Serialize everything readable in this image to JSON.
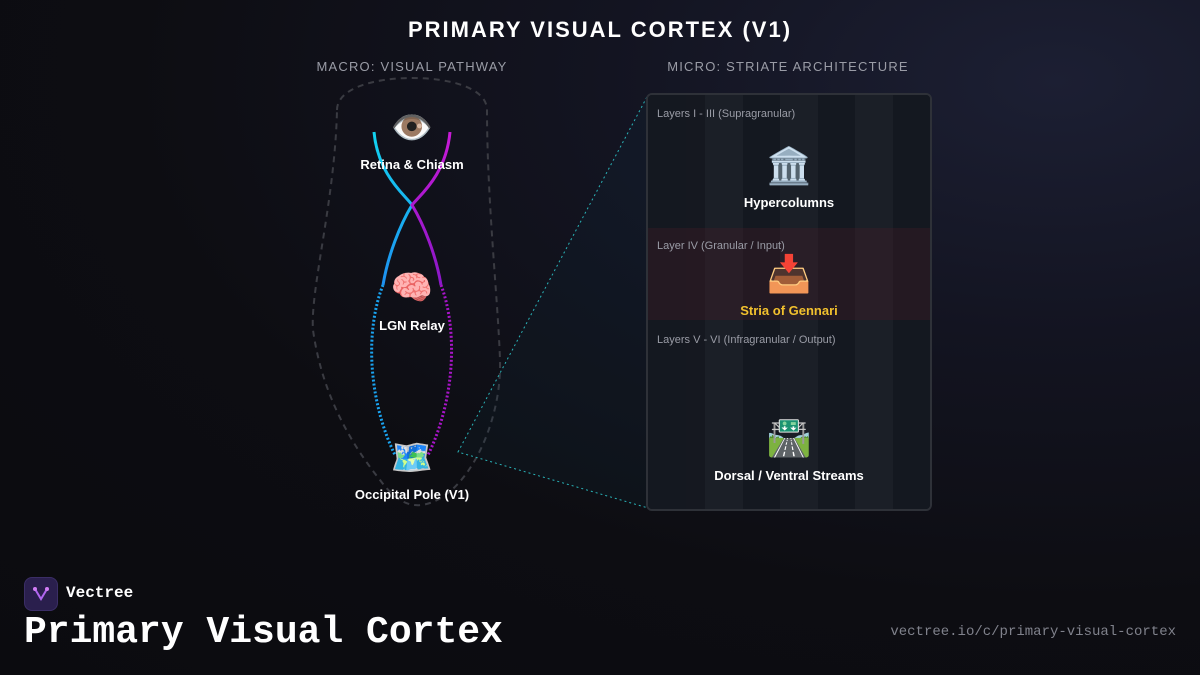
{
  "title": "PRIMARY VISUAL CORTEX (V1)",
  "macro": {
    "heading": "MACRO: VISUAL PATHWAY",
    "nodes": [
      {
        "emoji": "👁️",
        "label": "Retina & Chiasm"
      },
      {
        "emoji": "🧠",
        "label": "LGN Relay"
      },
      {
        "emoji": "🗺️",
        "label": "Occipital Pole (V1)"
      }
    ],
    "colors": {
      "left_pathway": "#1aa3f0",
      "right_pathway": "#c013c8",
      "outline": "#3a3b42",
      "zoom": "#2ab3b8"
    }
  },
  "micro": {
    "heading": "MICRO: STRIATE ARCHITECTURE",
    "layers": [
      {
        "label": "Layers I - III (Supragranular)",
        "emoji": "🏛️",
        "name": "Hypercolumns"
      },
      {
        "label": "Layer IV (Granular / Input)",
        "emoji": "📥",
        "name": "Stria of Gennari"
      },
      {
        "label": "Layers V - VI (Infragranular / Output)",
        "emoji": "🛣️",
        "name": "Dorsal / Ventral Streams"
      }
    ],
    "highlight_color": "#f2c12e"
  },
  "footer": {
    "brand": "Vectree",
    "title": "Primary Visual Cortex",
    "url": "vectree.io/c/primary-visual-cortex"
  }
}
